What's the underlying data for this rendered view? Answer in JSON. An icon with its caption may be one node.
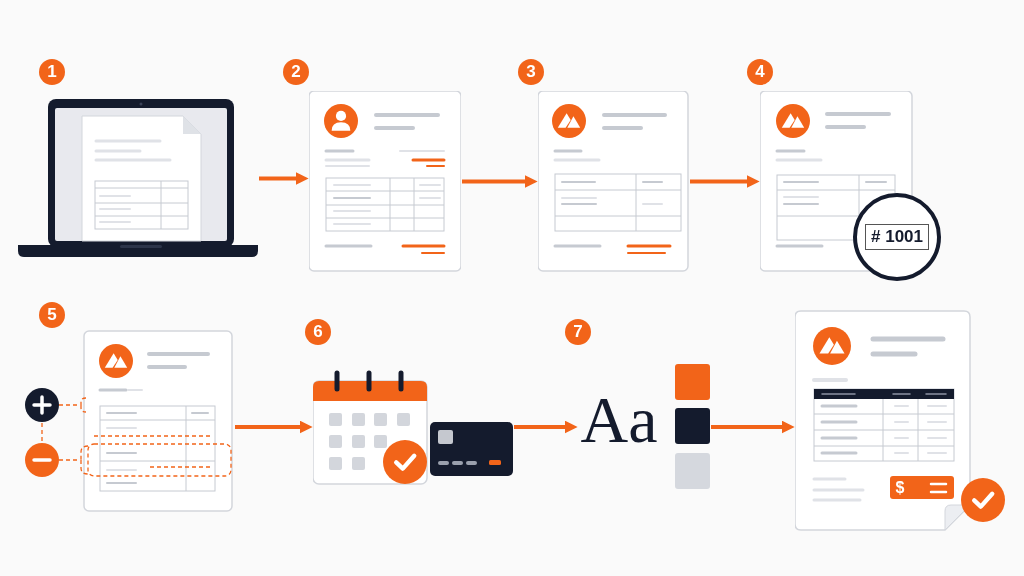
{
  "diagram": {
    "nodes": [
      {
        "text": [],
        "shape": "picture",
        "beside": [
          "1"
        ]
      },
      {
        "text": [],
        "shape": "picture",
        "beside": [
          "2"
        ]
      },
      {
        "text": [],
        "shape": "picture",
        "beside": [
          "3"
        ]
      },
      {
        "text": [
          "# 1001"
        ],
        "beside": [
          "4"
        ]
      },
      {
        "text": [],
        "shape": "picture",
        "beside": [
          "5"
        ]
      },
      {
        "text": [],
        "shape": "picture",
        "beside": [
          "6"
        ]
      },
      {
        "text": [
          "Aa"
        ],
        "beside": [
          "7"
        ]
      },
      {
        "text": [
          "$"
        ]
      }
    ],
    "edges": [
      {
        "from": 0,
        "to": 1,
        "arrow": "to"
      },
      {
        "from": 1,
        "to": 2,
        "arrow": "to"
      },
      {
        "from": 2,
        "to": 3,
        "arrow": "to"
      },
      {
        "from": 4,
        "to": 5,
        "arrow": "to"
      },
      {
        "from": 5,
        "to": 6,
        "arrow": "to"
      },
      {
        "from": 6,
        "to": 7,
        "arrow": "to"
      }
    ]
  }
}
